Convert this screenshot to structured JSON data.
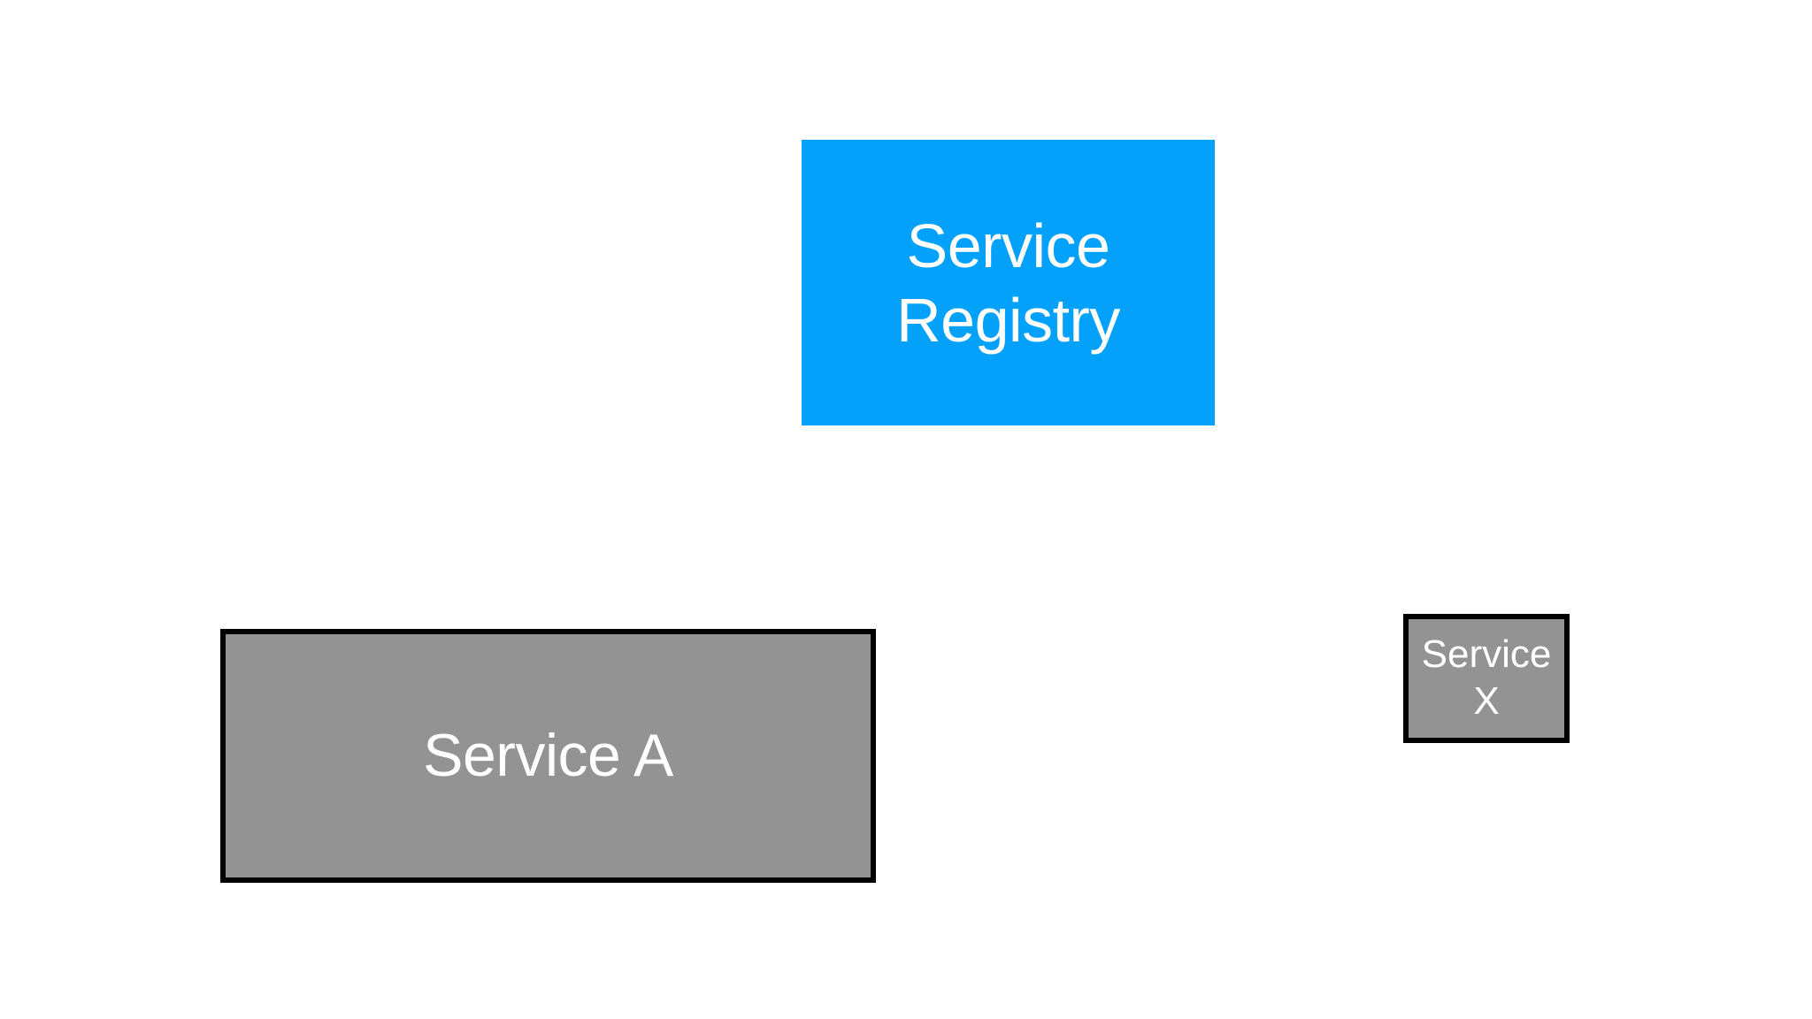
{
  "diagram": {
    "background_color": "#ffffff",
    "text_color": "#ffffff",
    "border_color": "#000000",
    "nodes": {
      "service_registry": {
        "label": "Service\nRegistry",
        "fill": "#03a1fa"
      },
      "service_a": {
        "label": "Service A",
        "fill": "#939393"
      },
      "service_x": {
        "label": "Service\nX",
        "fill": "#939393"
      }
    }
  }
}
